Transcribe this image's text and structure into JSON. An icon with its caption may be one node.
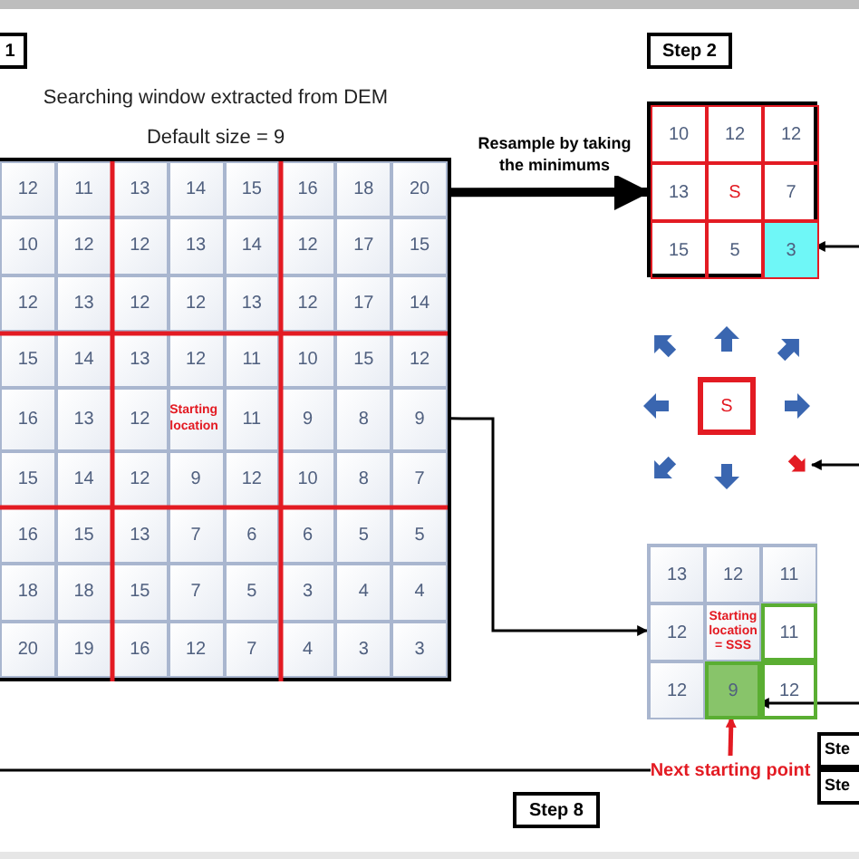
{
  "diagram": {
    "nodes": [
      {
        "text": [
          "1"
        ]
      },
      {
        "text": [
          "Step 2"
        ]
      },
      {
        "text": [],
        "shape": "box"
      },
      {
        "text": [
          "10"
        ],
        "in": 2
      },
      {
        "text": [
          "12"
        ],
        "in": 2
      },
      {
        "text": [
          "12"
        ],
        "in": 2
      },
      {
        "text": [
          "13"
        ],
        "in": 2
      },
      {
        "text": [
          "S"
        ],
        "in": 2
      },
      {
        "text": [
          "7"
        ],
        "in": 2
      },
      {
        "text": [
          "15"
        ],
        "in": 2
      },
      {
        "text": [
          "5"
        ],
        "in": 2
      },
      {
        "text": [
          "3"
        ],
        "in": 2
      },
      {
        "text": [
          "12",
          "11",
          "13",
          "14",
          "15",
          "16",
          "18",
          "20",
          "10",
          "12",
          "12",
          "13",
          "14",
          "12",
          "17",
          "15",
          "12",
          "13",
          "12",
          "12",
          "13",
          "12",
          "17",
          "14",
          "15",
          "14",
          "13",
          "12",
          "11",
          "10",
          "15",
          "12",
          "16",
          "13",
          "12",
          "Starting location",
          "11",
          "9",
          "8",
          "9",
          "15",
          "14",
          "12",
          "9",
          "12",
          "10",
          "8",
          "7",
          "16",
          "15",
          "13",
          "7",
          "6",
          "6",
          "5",
          "5",
          "18",
          "18",
          "15",
          "7",
          "5",
          "3",
          "4",
          "4",
          "20",
          "19",
          "16",
          "12",
          "7",
          "4",
          "3",
          "3"
        ]
      },
      {
        "text": [
          "S"
        ]
      },
      {
        "text": [],
        "shape": "arrow"
      },
      {
        "text": [],
        "shape": "box"
      },
      {
        "text": [
          "13"
        ],
        "in": 15
      },
      {
        "text": [
          "12"
        ],
        "in": 15
      },
      {
        "text": [
          "11"
        ],
        "in": 15
      },
      {
        "text": [
          "12"
        ],
        "in": 15
      },
      {
        "text": [
          "Starting location = SSS"
        ],
        "in": 15
      },
      {
        "text": [
          "11"
        ],
        "in": 15
      },
      {
        "text": [
          "12"
        ],
        "in": 15
      },
      {
        "text": [
          "9"
        ],
        "in": 15
      },
      {
        "text": [
          "12"
        ],
        "in": 15
      },
      {
        "text": [
          "Ste"
        ]
      },
      {
        "text": [
          "Ste"
        ]
      },
      {
        "text": [
          "Next starting point"
        ]
      },
      {
        "text": [
          "Step 8"
        ]
      }
    ],
    "edges": [
      {
        "from": 12,
        "to": 2,
        "arrow": "to",
        "label": "Resample by taking the minimums",
        "style": "thick"
      },
      {
        "from": null,
        "to": 11,
        "arrow": "to"
      },
      {
        "from": null,
        "to": 14,
        "arrow": "to"
      },
      {
        "from": 12,
        "to": 19,
        "arrow": "to"
      },
      {
        "from": null,
        "to": 23,
        "arrow": "to"
      },
      {
        "from": 27,
        "to": 23,
        "arrow": "to",
        "color": "#e31b23"
      },
      {
        "from": null,
        "to": 27,
        "arrow": "none"
      }
    ],
    "labels": [
      "Searching window extracted from DEM",
      "Default size = 9"
    ]
  }
}
